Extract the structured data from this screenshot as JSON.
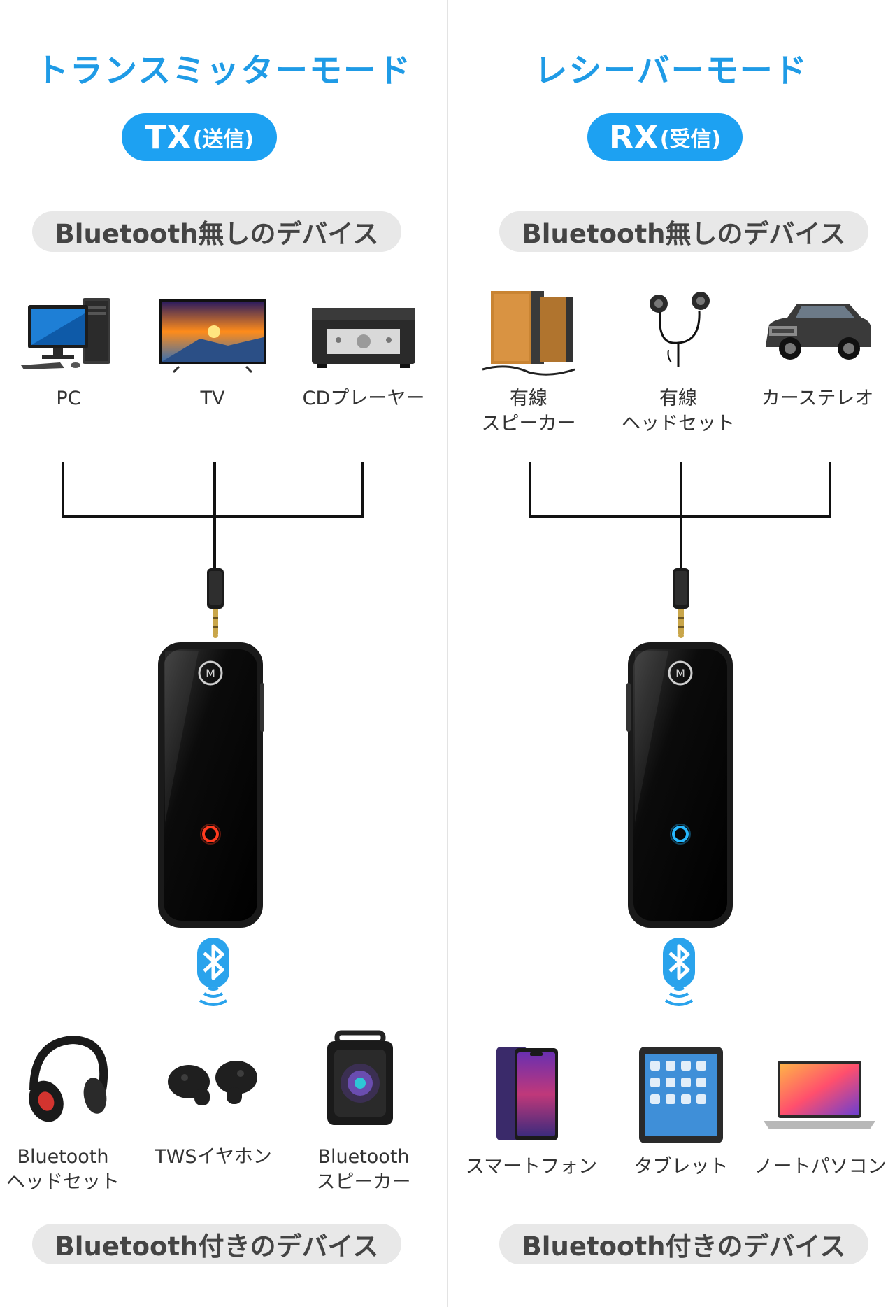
{
  "transmitter": {
    "title": "トランスミッターモード",
    "badge_code": "TX",
    "badge_sub": "(送信)",
    "top_band": "Bluetooth無しのデバイス",
    "top_devices": [
      {
        "icon": "pc-icon",
        "label": "PC"
      },
      {
        "icon": "tv-icon",
        "label": "TV"
      },
      {
        "icon": "cd-player-icon",
        "label": "CDプレーヤー"
      }
    ],
    "bottom_devices": [
      {
        "icon": "headphones-icon",
        "label": "Bluetooth\nヘッドセット"
      },
      {
        "icon": "earbuds-icon",
        "label": "TWSイヤホン"
      },
      {
        "icon": "speaker-icon",
        "label": "Bluetooth\nスピーカー"
      }
    ],
    "bottom_band": "Bluetooth付きのデバイス",
    "led_color": "#ff3b1f"
  },
  "receiver": {
    "title": "レシーバーモード",
    "badge_code": "RX",
    "badge_sub": "(受信)",
    "top_band": "Bluetooth無しのデバイス",
    "top_devices": [
      {
        "icon": "wired-speaker-icon",
        "label": "有線\nスピーカー"
      },
      {
        "icon": "wired-headset-icon",
        "label": "有線\nヘッドセット"
      },
      {
        "icon": "car-stereo-icon",
        "label": "カーステレオ"
      }
    ],
    "bottom_devices": [
      {
        "icon": "smartphone-icon",
        "label": "スマートフォン"
      },
      {
        "icon": "tablet-icon",
        "label": "タブレット"
      },
      {
        "icon": "laptop-icon",
        "label": "ノートパソコン"
      }
    ],
    "bottom_band": "Bluetooth付きのデバイス",
    "led_color": "#27b8ff"
  },
  "colors": {
    "accent": "#1da1f2",
    "band": "#e8e8e8",
    "bluetooth": "#2aa3ec"
  }
}
